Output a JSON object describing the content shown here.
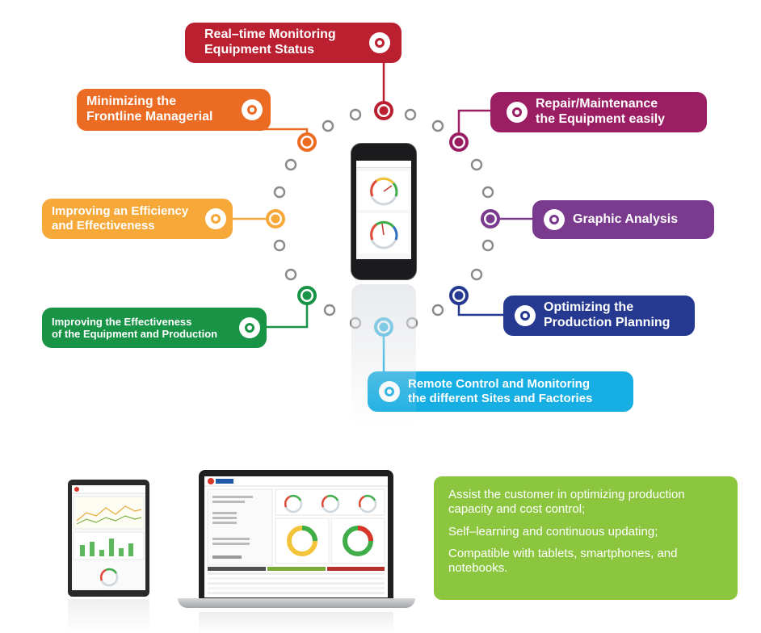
{
  "colors": {
    "top": "#bb2031",
    "minimizing": "#ec6b23",
    "repair": "#9b1d63",
    "efficiency": "#f6a839",
    "graphic": "#7a3a8e",
    "production": "#199447",
    "optimizing": "#24398f",
    "remote": "#16aee3",
    "info_box": "#8cc63f",
    "dots": "#8a8a8a"
  },
  "features": [
    {
      "id": "top",
      "text": "Real–time Monitoring\nEquipment Status"
    },
    {
      "id": "minimizing",
      "text": "Minimizing the\nFrontline Managerial"
    },
    {
      "id": "repair",
      "text": "Repair/Maintenance\nthe Equipment easily"
    },
    {
      "id": "efficiency",
      "text": "Improving an Efficiency\nand Effectiveness"
    },
    {
      "id": "graphic",
      "text": "Graphic Analysis"
    },
    {
      "id": "production",
      "text": "Improving the Effectiveness\nof the Equipment and Production"
    },
    {
      "id": "optimizing",
      "text": "Optimizing the\nProduction Planning"
    },
    {
      "id": "remote",
      "text": "Remote Control and Monitoring\nthe different Sites and Factories"
    }
  ],
  "info_box": {
    "lines": [
      "Assist the customer in optimizing production capacity and cost control;",
      "Self–learning and continuous updating;",
      "Compatible with tablets, smartphones, and notebooks."
    ]
  }
}
